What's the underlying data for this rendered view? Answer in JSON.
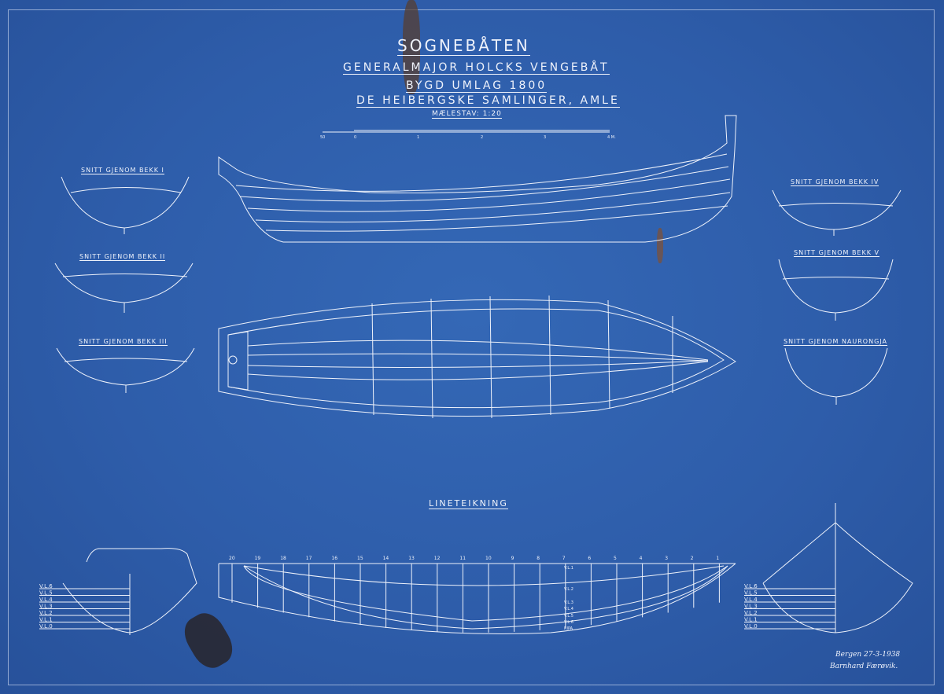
{
  "title": {
    "main": "SOGNEBÅTEN",
    "sub1": "GENERALMAJOR HOLCKS VENGEBÅT",
    "sub2": "BYGD UMLAG 1800",
    "sub3": "DE HEIBERGSKE SAMLINGER, AMLE",
    "scale": "MÆLESTAV: 1:20"
  },
  "scale_bar": {
    "labels": [
      "50",
      "0",
      "1",
      "2",
      "3",
      "4 M."
    ]
  },
  "sections": {
    "bekk1": "SNITT GJENOM BEKK I",
    "bekk2": "SNITT GJENOM BEKK II",
    "bekk3": "SNITT GJENOM BEKK III",
    "bekk4": "SNITT GJENOM BEKK IV",
    "bekk5": "SNITT GJENOM BEKK V",
    "naurongja": "SNITT GJENOM NAURONGJA"
  },
  "lines_title": "LINETEIKNING",
  "stations": [
    "20",
    "19",
    "18",
    "17",
    "16",
    "15",
    "14",
    "13",
    "12",
    "11",
    "10",
    "9",
    "8",
    "7",
    "6",
    "5",
    "4",
    "3",
    "2",
    "1"
  ],
  "waterline_labels": [
    "V.L.1",
    "V.L.2",
    "V.L.3",
    "V.L.4",
    "V.L.5",
    "V.L.6",
    "RIPA"
  ],
  "body_plan_labels": [
    "V.L.6",
    "V.L.5",
    "V.L.4",
    "V.L.3",
    "V.L.2",
    "V.L.1",
    "V.L.0"
  ],
  "signature": {
    "place_date": "Bergen 27-3-1938",
    "name": "Barnhard Færøvik."
  },
  "colors": {
    "paper": "#2e5daa",
    "line": "#eef2fb"
  }
}
